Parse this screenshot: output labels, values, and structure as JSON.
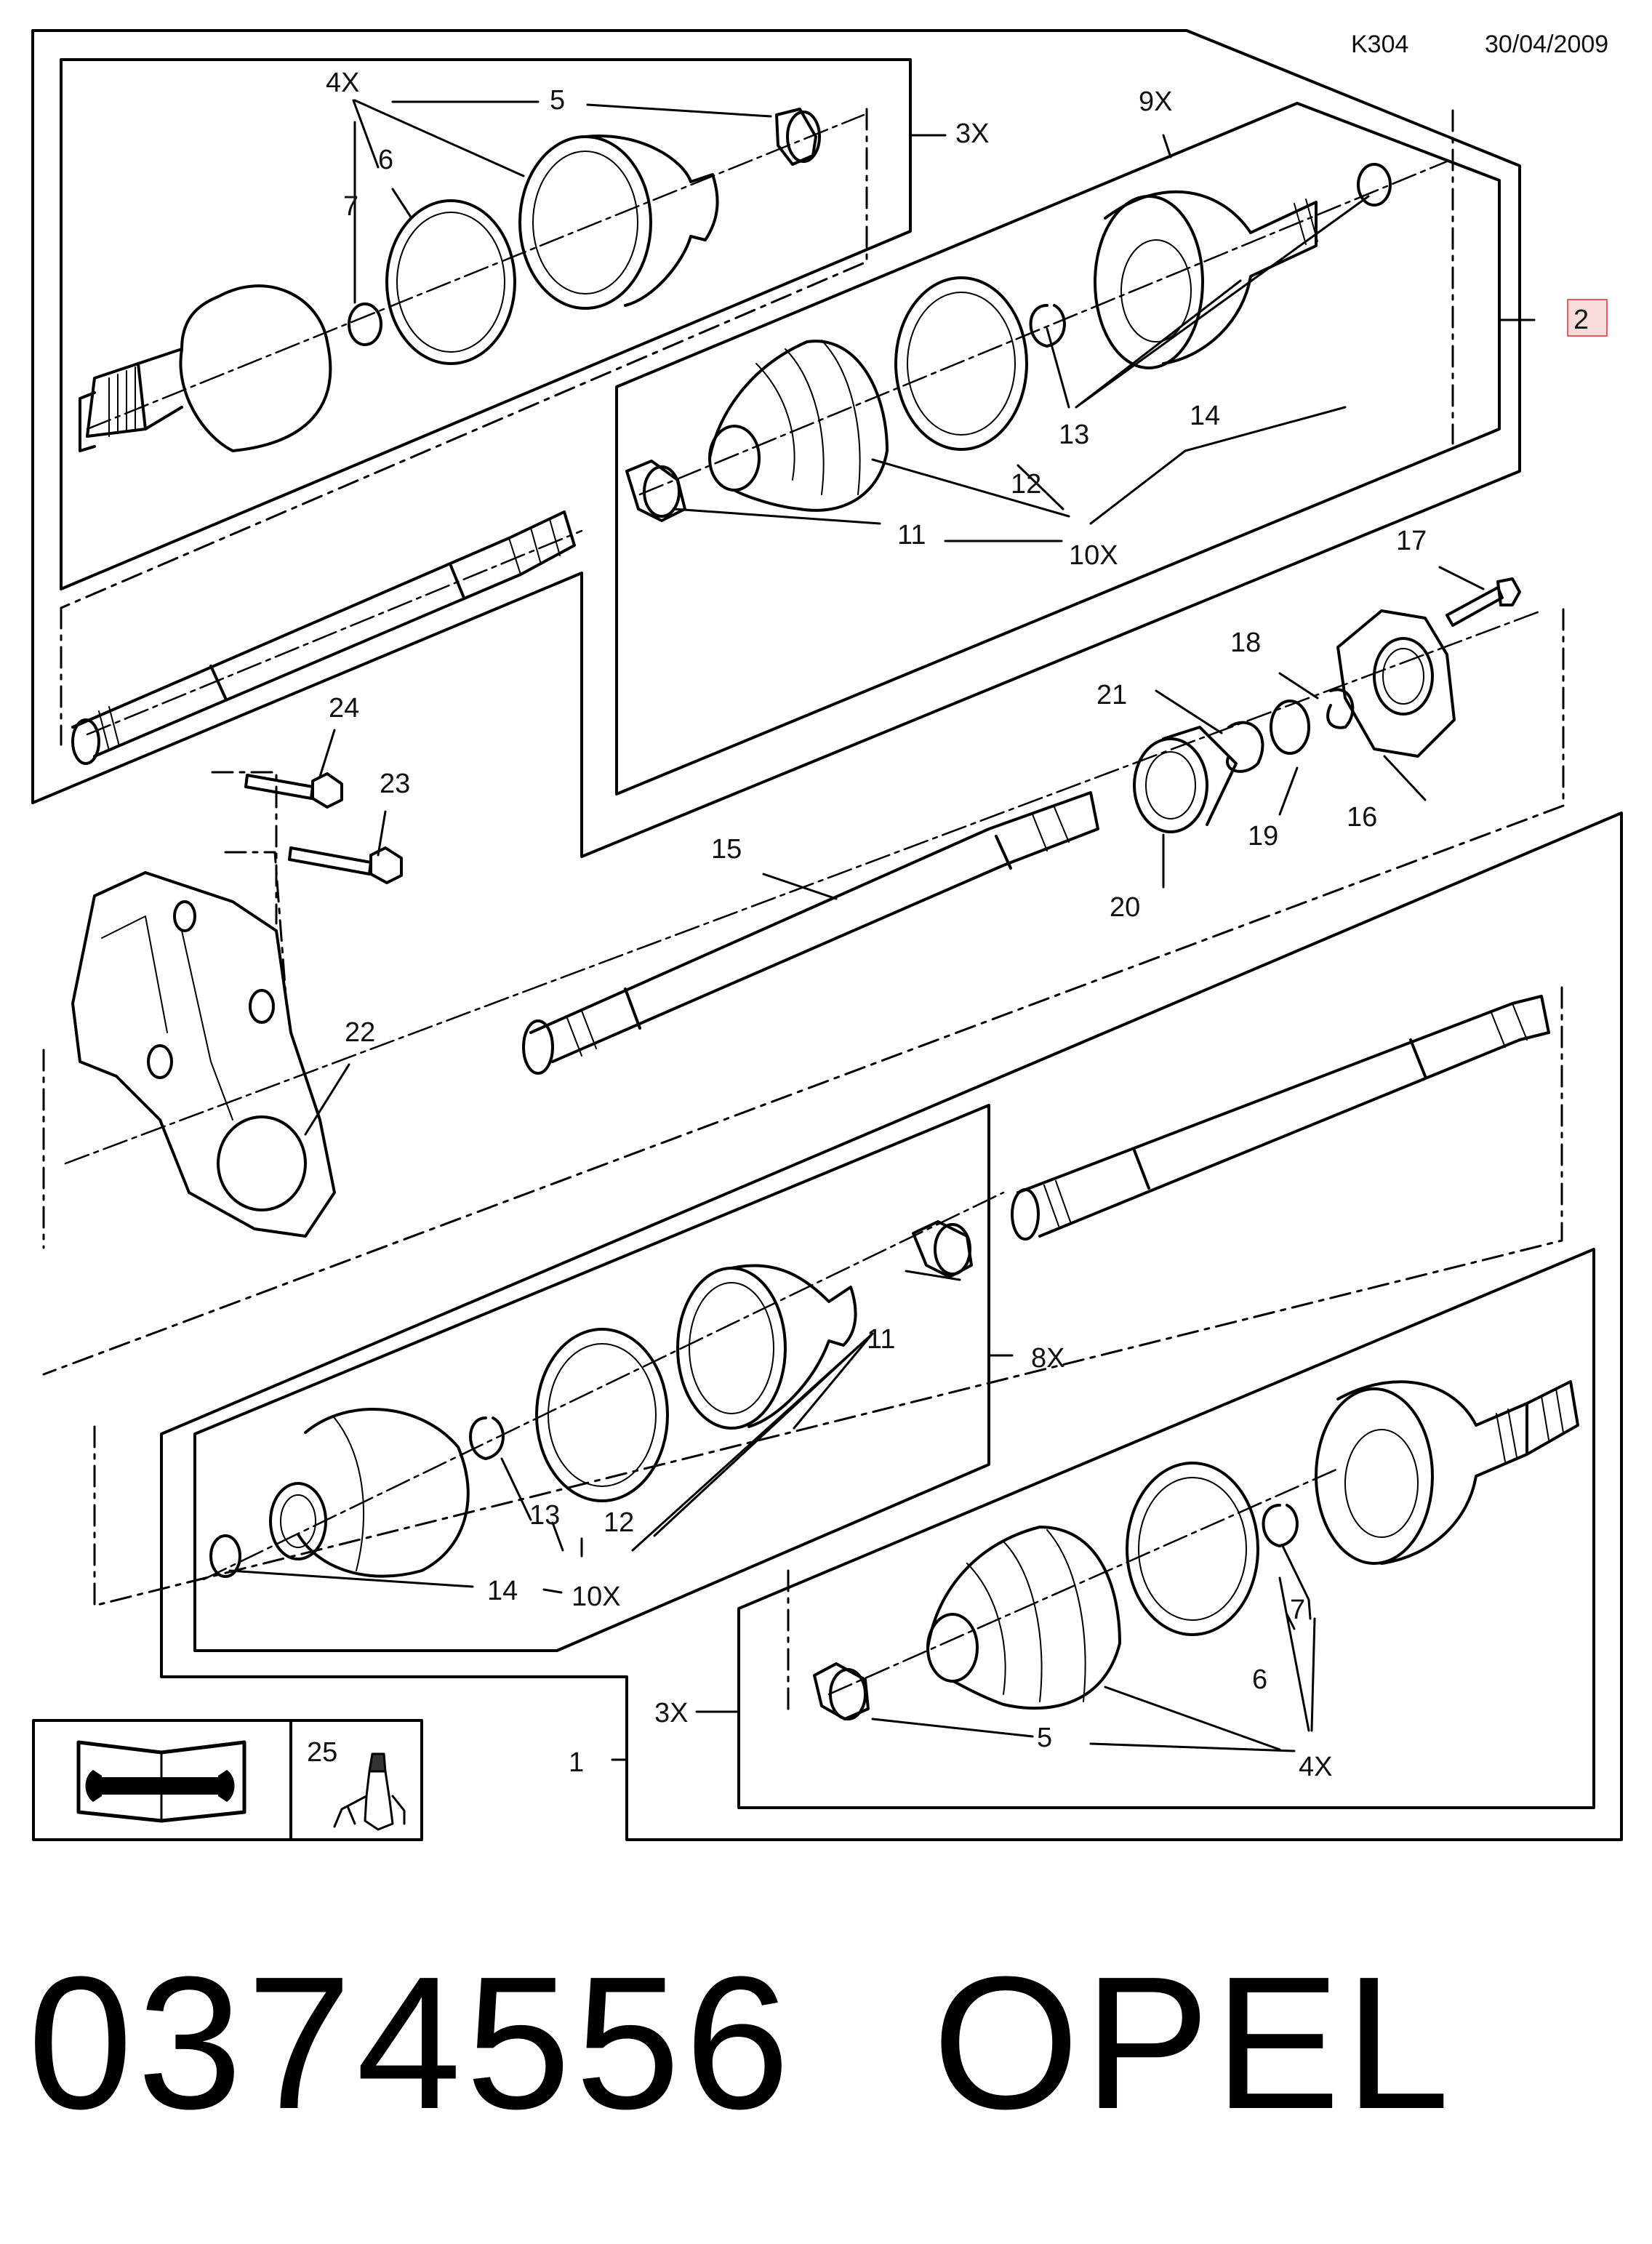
{
  "header": {
    "code": "K304",
    "date": "30/04/2009"
  },
  "part": {
    "number": "0374556",
    "brand": "OPEL"
  },
  "labels": {
    "l_4x_top": "4X",
    "l_5_top": "5",
    "l_3x_top": "3X",
    "l_6_top": "6",
    "l_7_top": "7",
    "l_9x": "9X",
    "l_2": "2",
    "l_13_top": "13",
    "l_14_top": "14",
    "l_12_top": "12",
    "l_11_top": "11",
    "l_10x_top": "10X",
    "l_17": "17",
    "l_18": "18",
    "l_21": "21",
    "l_24": "24",
    "l_23": "23",
    "l_19": "19",
    "l_16": "16",
    "l_15": "15",
    "l_20": "20",
    "l_22": "22",
    "l_11_bot": "11",
    "l_8x": "8X",
    "l_13_bot": "13",
    "l_12_bot": "12",
    "l_14_bot": "14",
    "l_10x_bot": "10X",
    "l_7_bot": "7",
    "l_6_bot": "6",
    "l_3x_bot": "3X",
    "l_5_bot": "5",
    "l_4x_bot": "4X",
    "l_25": "25",
    "l_1": "1"
  },
  "icons": {
    "manual": "manual-wrench-book-icon",
    "lubricant": "grease-tube-icon"
  },
  "colors": {
    "ink": "#000000",
    "highlight_fill": "#fbdcdc",
    "highlight_border": "#e06060"
  }
}
